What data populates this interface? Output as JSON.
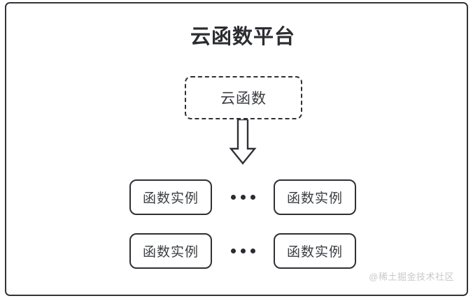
{
  "diagram": {
    "title": "云函数平台",
    "cloud_function": {
      "label": "云函数",
      "style": "dashed"
    },
    "arrow": {
      "icon": "arrow-down-block",
      "direction": "down"
    },
    "ellipsis_text": "…",
    "instance_rows": [
      {
        "left": {
          "label": "函数实例"
        },
        "separator": "…",
        "right": {
          "label": "函数实例"
        }
      },
      {
        "left": {
          "label": "函数实例"
        },
        "separator": "…",
        "right": {
          "label": "函数实例"
        }
      }
    ],
    "watermark": "@稀土掘金技术社区",
    "colors": {
      "stroke": "#2f3035",
      "title_text": "#2c2d31",
      "body_text": "#3b3d42",
      "watermark_text": "#c9c9c9",
      "background": "#ffffff"
    }
  }
}
